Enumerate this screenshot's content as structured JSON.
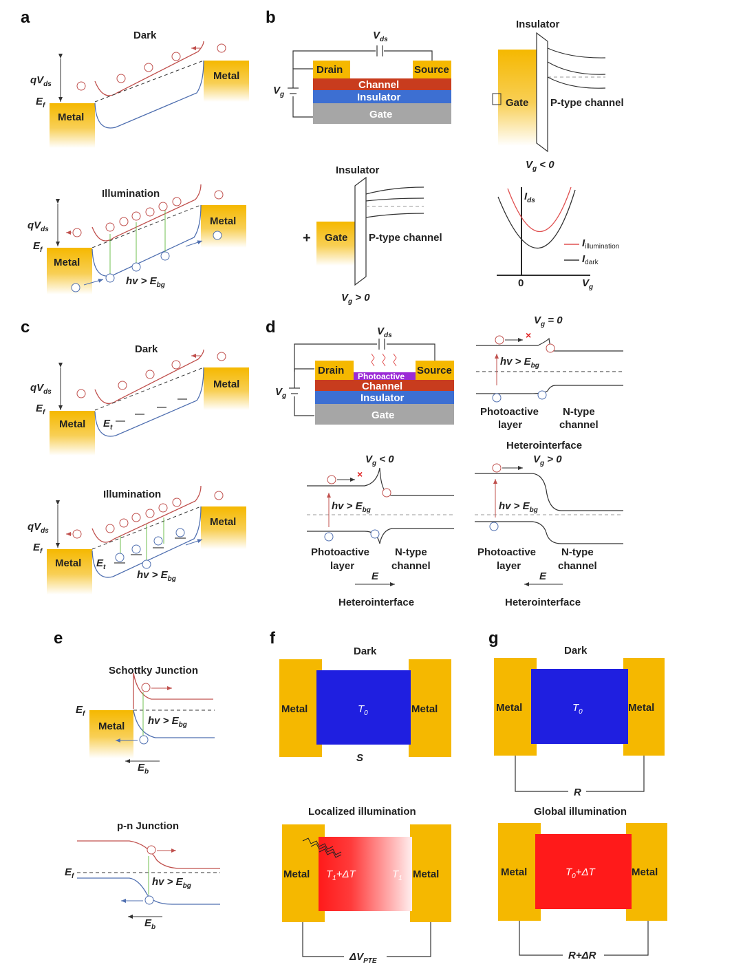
{
  "panels": [
    "a",
    "b",
    "c",
    "d",
    "e",
    "f",
    "g"
  ],
  "a": {
    "dark": "Dark",
    "illum": "Illumination",
    "metal": "Metal",
    "qvds_base": "qV",
    "qvds_sub": "ds",
    "ef_base": "E",
    "ef_sub": "f",
    "hv": "hv > E",
    "hv_sub": "bg"
  },
  "b": {
    "vds_base": "V",
    "vds_sub": "ds",
    "vg_base": "V",
    "vg_sub": "g",
    "drain": "Drain",
    "source": "Source",
    "channel": "Channel",
    "insulator": "Insulator",
    "gate": "Gate",
    "insulator_top": "Insulator",
    "gate_label": "Gate",
    "ptype": "P-type channel",
    "vg_neg": " < 0",
    "vg_pos": " > 0",
    "plus": "+",
    "ids_base": "I",
    "ids_sub": "ds",
    "illum_base": "I",
    "illum_sub": "illumination",
    "dark_base": "I",
    "dark_sub": "dark",
    "zero": "0",
    "vg_axis_base": "V",
    "vg_axis_sub": "g"
  },
  "c": {
    "dark": "Dark",
    "illum": "Illumination",
    "metal": "Metal",
    "qvds_base": "qV",
    "qvds_sub": "ds",
    "ef_base": "E",
    "ef_sub": "f",
    "et_base": "E",
    "et_sub": "t",
    "hv": "hv > E",
    "hv_sub": "bg"
  },
  "d": {
    "vds_base": "V",
    "vds_sub": "ds",
    "vg_base": "V",
    "vg_sub": "g",
    "drain": "Drain",
    "source": "Source",
    "photoactive": "Photoactive",
    "channel": "Channel",
    "insulator": "Insulator",
    "gate": "Gate",
    "vg_zero": " = 0",
    "vg_neg": " < 0",
    "vg_pos": " > 0",
    "hv": "hv > E",
    "hv_sub": "bg",
    "photo1": "Photoactive",
    "photo2": "layer",
    "ntype1": "N-type",
    "ntype2": "channel",
    "hetero": "Heterointerface",
    "e_field": "E",
    "cross": "×"
  },
  "e": {
    "schottky": "Schottky Junction",
    "pn": "p-n Junction",
    "metal": "Metal",
    "ef_base": "E",
    "ef_sub": "f",
    "eb_base": "E",
    "eb_sub": "b",
    "hv": "hv > E",
    "hv_sub": "bg"
  },
  "f": {
    "dark": "Dark",
    "metal": "Metal",
    "t0_base": "T",
    "t0_sub": "0",
    "s": "S",
    "localized": "Localized illumination",
    "t1dt_base": "T",
    "t1dt_sub": "1",
    "t1dt_tail": "+ΔT",
    "t1_base": "T",
    "t1_sub": "1",
    "vpte_base": "ΔV",
    "vpte_sub": "PTE"
  },
  "g": {
    "dark": "Dark",
    "metal": "Metal",
    "t0_base": "T",
    "t0_sub": "0",
    "r": "R",
    "global": "Global illumination",
    "t0dt_base": "T",
    "t0dt_sub": "0",
    "t0dt_tail": "+ΔT",
    "rdr": "R+ΔR"
  },
  "colors": {
    "metal": "#f5b800",
    "channel": "#c83c1e",
    "insulator": "#3d6fd2",
    "gate": "#a6a6a6",
    "photoactive": "#9b2bd6",
    "blue_block": "#1f1fe0",
    "red_block": "#ff1a1a",
    "cond_band": "#c0504d",
    "val_band": "#4f6fb0"
  },
  "icons": {
    "electron": "electron-icon",
    "hole": "hole-icon",
    "light": "light-wave-icon"
  }
}
